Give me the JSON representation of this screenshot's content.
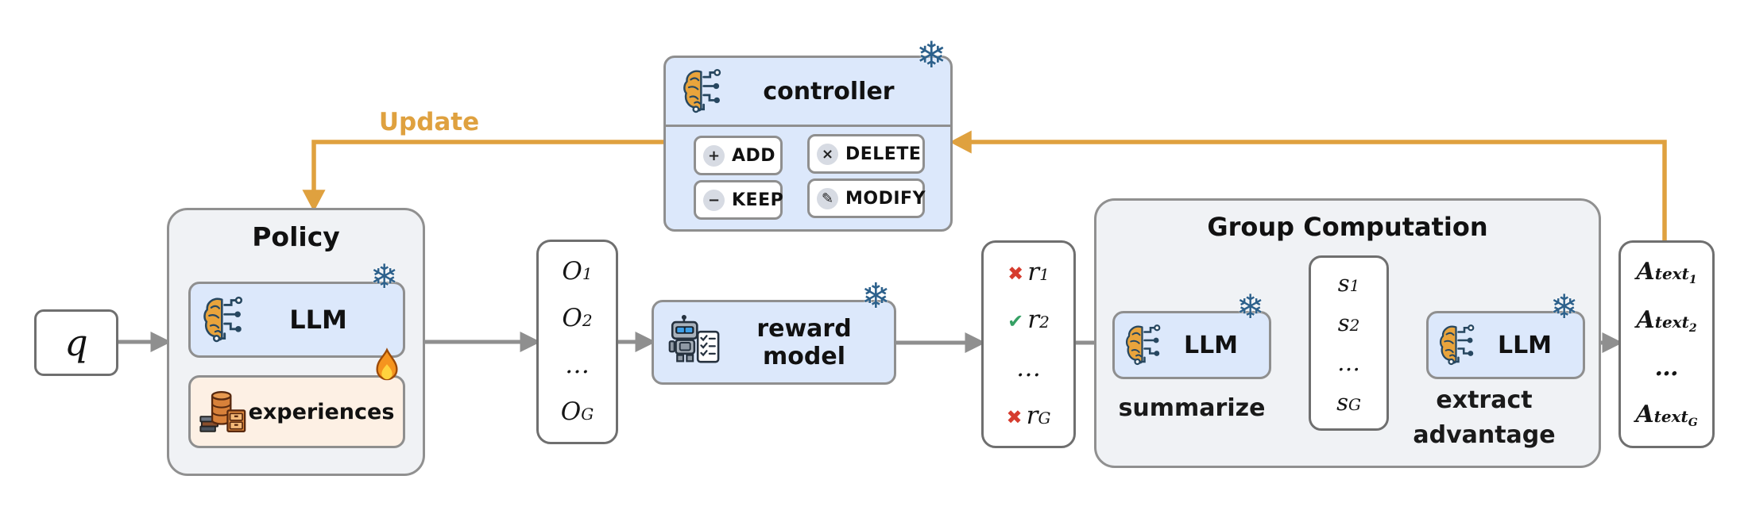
{
  "labels": {
    "update": "Update",
    "q": "q",
    "policy_title": "Policy",
    "llm": "LLM",
    "experiences": "experiences",
    "reward_model": "reward model",
    "group_title": "Group Computation",
    "summarize": "summarize",
    "extract_line1": "extract",
    "extract_line2": "advantage"
  },
  "controller": {
    "title": "controller",
    "buttons": [
      {
        "glyph": "+",
        "label": "ADD"
      },
      {
        "glyph": "×",
        "label": "DELETE"
      },
      {
        "glyph": "−",
        "label": "KEEP"
      },
      {
        "glyph": "✎",
        "label": "MODIFY"
      }
    ]
  },
  "icons": {
    "snowflake": "❄"
  },
  "columns": {
    "outputs": {
      "items": [
        {
          "base": "O",
          "sub": "1"
        },
        {
          "base": "O",
          "sub": "2"
        },
        {
          "base": "…"
        },
        {
          "base": "O",
          "sub": "G"
        }
      ]
    },
    "rewards": {
      "items": [
        {
          "mark": "✖",
          "status": "bad",
          "base": "r",
          "sub": "1"
        },
        {
          "mark": "✔",
          "status": "good",
          "base": "r",
          "sub": "2"
        },
        {
          "base": "…"
        },
        {
          "mark": "✖",
          "status": "bad",
          "base": "r",
          "sub": "G"
        }
      ]
    },
    "summaries": {
      "items": [
        {
          "base": "s",
          "sub": "1"
        },
        {
          "base": "s",
          "sub": "2"
        },
        {
          "base": "…"
        },
        {
          "base": "s",
          "sub": "G"
        }
      ]
    },
    "advantages": {
      "items": [
        {
          "base": "A",
          "sub": "text",
          "subsub": "1"
        },
        {
          "base": "A",
          "sub": "text",
          "subsub": "2"
        },
        {
          "base": "…"
        },
        {
          "base": "A",
          "sub": "text",
          "subsub": "G"
        }
      ]
    }
  },
  "colors": {
    "accent_orange": "#DFA13F",
    "box_blue": "#DCE8FB",
    "panel_gray": "#F0F2F5",
    "box_cream": "#FDF0E4",
    "arrow_gray": "#8F8F8F",
    "mark_red": "#D63C2E",
    "mark_green": "#35A064",
    "frozen_blue": "#2D618C"
  }
}
